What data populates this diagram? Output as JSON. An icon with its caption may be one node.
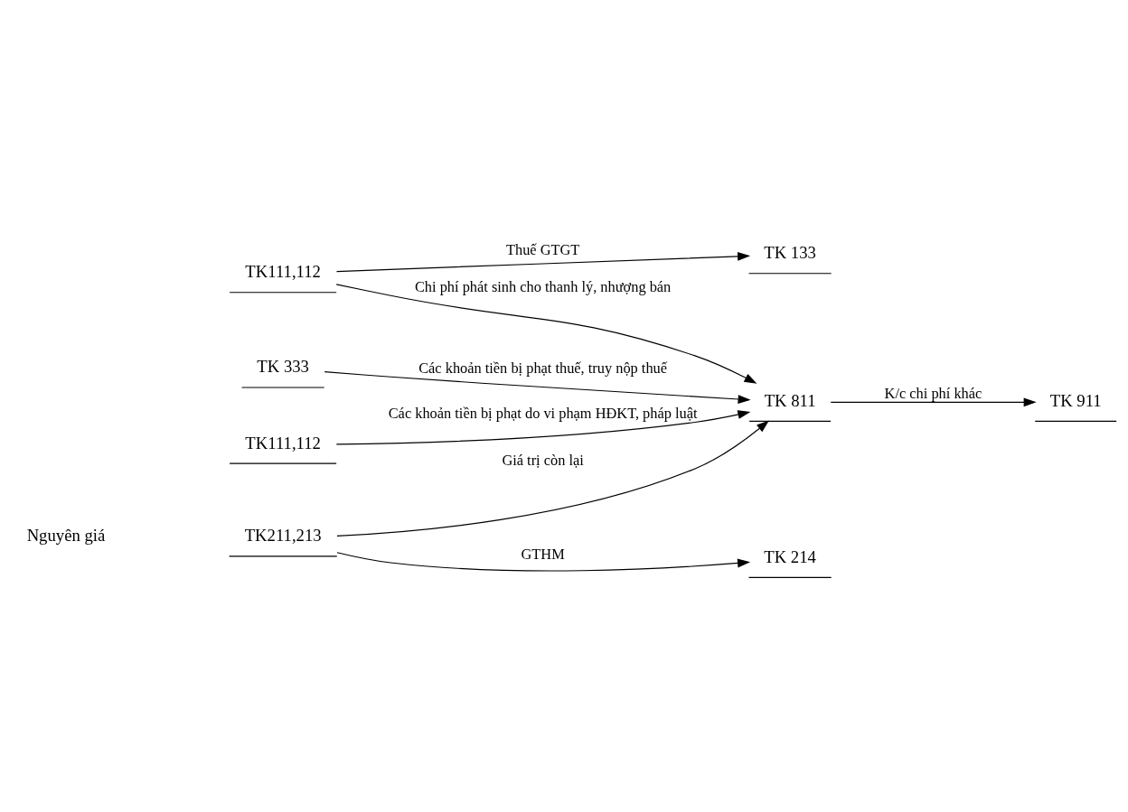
{
  "diagram": {
    "nodes": [
      {
        "text": [
          "TK211,213"
        ]
      },
      {
        "text": [
          "TK 811"
        ]
      },
      {
        "text": [
          "TK 911"
        ]
      },
      {
        "text": [
          "TK 214"
        ]
      },
      {
        "text": [
          "TK111,112"
        ]
      },
      {
        "text": [
          "TK 133"
        ]
      },
      {
        "text": [
          "TK 333"
        ]
      },
      {
        "text": [
          "TK111,112"
        ]
      }
    ],
    "edges": [
      {
        "from": 0,
        "to": 1,
        "arrow": "to",
        "label": "Giá trị còn lại"
      },
      {
        "from": 0,
        "to": 3,
        "arrow": "to",
        "label": "GTHM"
      },
      {
        "from": 4,
        "to": 1,
        "arrow": "to",
        "label": "Chi phí phát sinh cho thanh lý, nhượng bán"
      },
      {
        "from": 4,
        "to": 5,
        "arrow": "to",
        "label": "Thuế GTGT"
      },
      {
        "from": 6,
        "to": 1,
        "arrow": "to",
        "label": "Các khoản tiền bị phạt thuế, truy nộp thuế"
      },
      {
        "from": 7,
        "to": 1,
        "arrow": "to",
        "label": "Các khoản tiền bị phạt do vi phạm HĐKT, pháp luật"
      },
      {
        "from": 1,
        "to": 2,
        "arrow": "to",
        "label": "K/c chi phí khác"
      }
    ],
    "labels": [
      "Nguyên giá"
    ]
  }
}
